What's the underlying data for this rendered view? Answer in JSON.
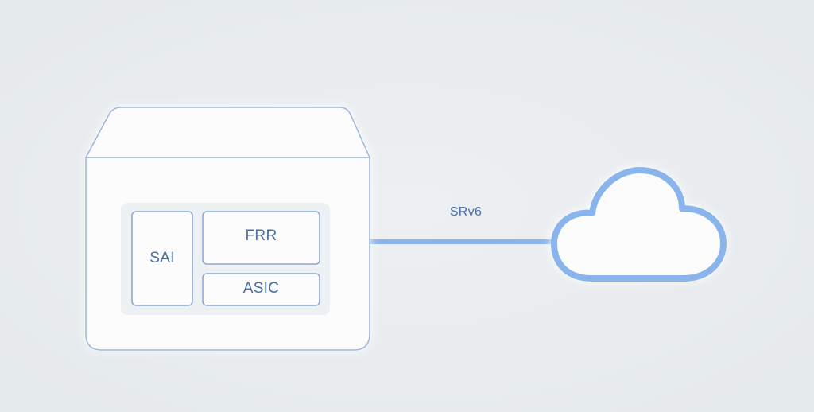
{
  "diagram": {
    "labels": {
      "sai": "SAI",
      "frr": "FRR",
      "asic": "ASIC",
      "link": "SRv6"
    },
    "colors": {
      "outline": "#9db6dc",
      "inner_outline": "#7a98c6",
      "link": "#8ab4ec",
      "cloud_stroke": "#8ab4ec",
      "fill": "#fbfcfb",
      "text": "#4a6fa5"
    }
  }
}
